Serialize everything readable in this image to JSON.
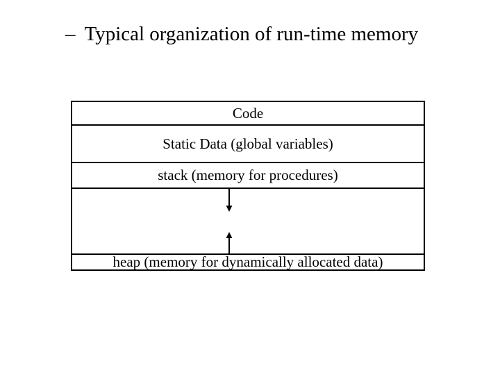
{
  "slide": {
    "title": {
      "bullet": "–",
      "text": "Typical organization of run-time memory"
    },
    "memory_diagram": {
      "regions": [
        {
          "id": "code",
          "label": "Code"
        },
        {
          "id": "static-data",
          "label": "Static Data (global variables)"
        },
        {
          "id": "stack",
          "label": "stack (memory for procedures)"
        },
        {
          "id": "growth-gap",
          "label": "",
          "arrows": [
            "down",
            "up"
          ]
        },
        {
          "id": "heap",
          "label": "heap (memory for dynamically allocated data)"
        }
      ]
    },
    "colors": {
      "ink": "#000000",
      "background": "#ffffff"
    }
  }
}
